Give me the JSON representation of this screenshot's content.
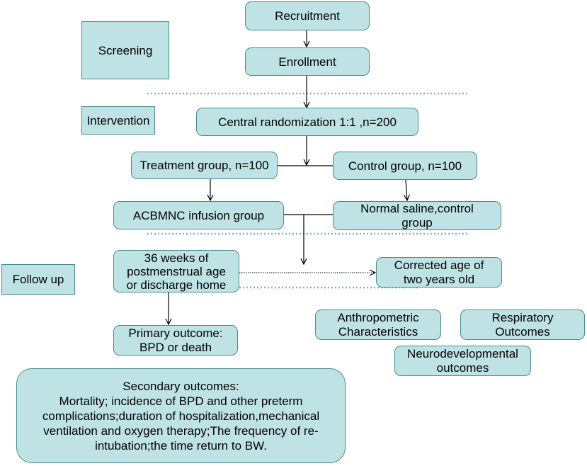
{
  "phases": {
    "screening": "Screening",
    "intervention": "Intervention",
    "follow_up": "Follow up"
  },
  "nodes": {
    "recruitment": "Recruitment",
    "enrollment": "Enrollment",
    "randomization": "Central randomization 1:1 ,n=200",
    "treatment_group": "Treatment group, n=100",
    "control_group": "Control  group, n=100",
    "acbmnc_group": "ACBMNC infusion group",
    "saline_group": [
      "Normal saline,control",
      "group"
    ],
    "week36": [
      "36 weeks of",
      "postmenstrual age",
      "or discharge home"
    ],
    "corrected_age": [
      "Corrected age of",
      "two years old"
    ],
    "anthropometric": [
      "Anthropometric",
      "Characteristics"
    ],
    "respiratory": [
      "Respiratory",
      "Outcomes"
    ],
    "neurodevelopmental": [
      "Neurodevelopmental",
      "outcomes"
    ],
    "primary_outcome": [
      "Primary outcome:",
      "BPD or death"
    ],
    "secondary_outcomes": [
      "Secondary outcomes:",
      "Mortality; incidence of BPD and other preterm",
      "complications;duration of hospitalization,mechanical",
      "ventilation and oxygen therapy;The frequency of re-",
      "intubation;the time return to BW."
    ]
  },
  "colors": {
    "box_fill": "#bfe3e4",
    "box_border": "#4a8a8c",
    "divider": "#7fb3b5",
    "arrow": "#000000"
  }
}
